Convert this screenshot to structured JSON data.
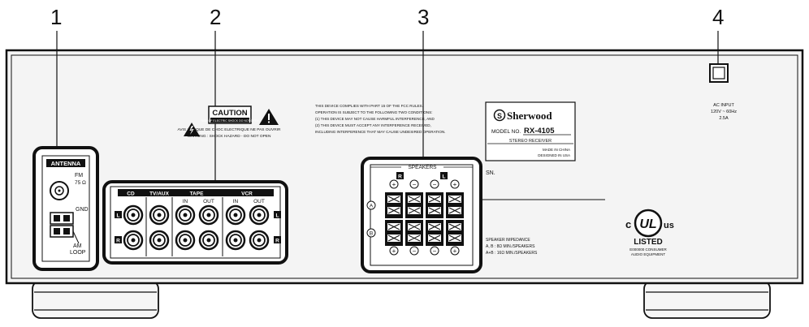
{
  "callouts": [
    "1",
    "2",
    "3",
    "4"
  ],
  "antenna": {
    "title": "ANTENNA",
    "fm": "FM",
    "fm_ohm": "75 Ω",
    "gnd": "GND",
    "am": "AM",
    "am_loop": "LOOP"
  },
  "inputs": {
    "groups": [
      "CD",
      "TV/AUX",
      "TAPE",
      "VCR"
    ],
    "in_label": "IN",
    "out_label": "OUT",
    "left": "L",
    "right": "R"
  },
  "caution": {
    "title": "CAUTION",
    "subtitle": "RISK OF ELECTRIC SHOCK DO NOT OPEN",
    "line1": "AVIS : RISQUE DE CHOC ELECTRIQUE NE PAS OUVRIR",
    "line2": "WARNING : SHOCK HAZARD - DO NOT OPEN"
  },
  "fcc_text": [
    "THIS DEVICE COMPLIES WITH PART 15 OF THE FCC RULES.",
    "OPERATION IS SUBJECT TO THE FOLLOWING TWO CONDITIONS:",
    "(1) THIS DEVICE MAY NOT CAUSE HARMFUL INTERFERENCE, AND",
    "(2) THIS DEVICE MUST ACCEPT ANY INTERFERENCE RECEIVED,",
    "INCLUDING INTERFERENCE THAT MAY CAUSE UNDESIRED OPERATION."
  ],
  "label": {
    "brand": "Sherwood",
    "model_prefix": "MODEL NO.",
    "model": "RX-4105",
    "product": "STEREO RECEIVER",
    "made_in": "MADE IN CHINA",
    "designed_in": "DESIGNED IN USA"
  },
  "speakers": {
    "title": "SPEAKERS",
    "right": "R",
    "left": "L",
    "plus": "+",
    "minus": "−",
    "row_a": "A",
    "row_b": "B",
    "impedance": [
      "SPEAKER IMPEDANCE",
      "A, B : 8Ω MIN./SPEAKERS",
      "A+B : 16Ω MIN./SPEAKERS"
    ]
  },
  "serial": "SN.",
  "ac": [
    "AC INPUT",
    "120V ~ 60Hz",
    "2.5A"
  ],
  "ul": {
    "c": "c",
    "mark": "UL",
    "us": "us",
    "listed": "LISTED",
    "line1": "E000000 CONSUMER",
    "line2": "AUDIO EQUIPMENT"
  }
}
